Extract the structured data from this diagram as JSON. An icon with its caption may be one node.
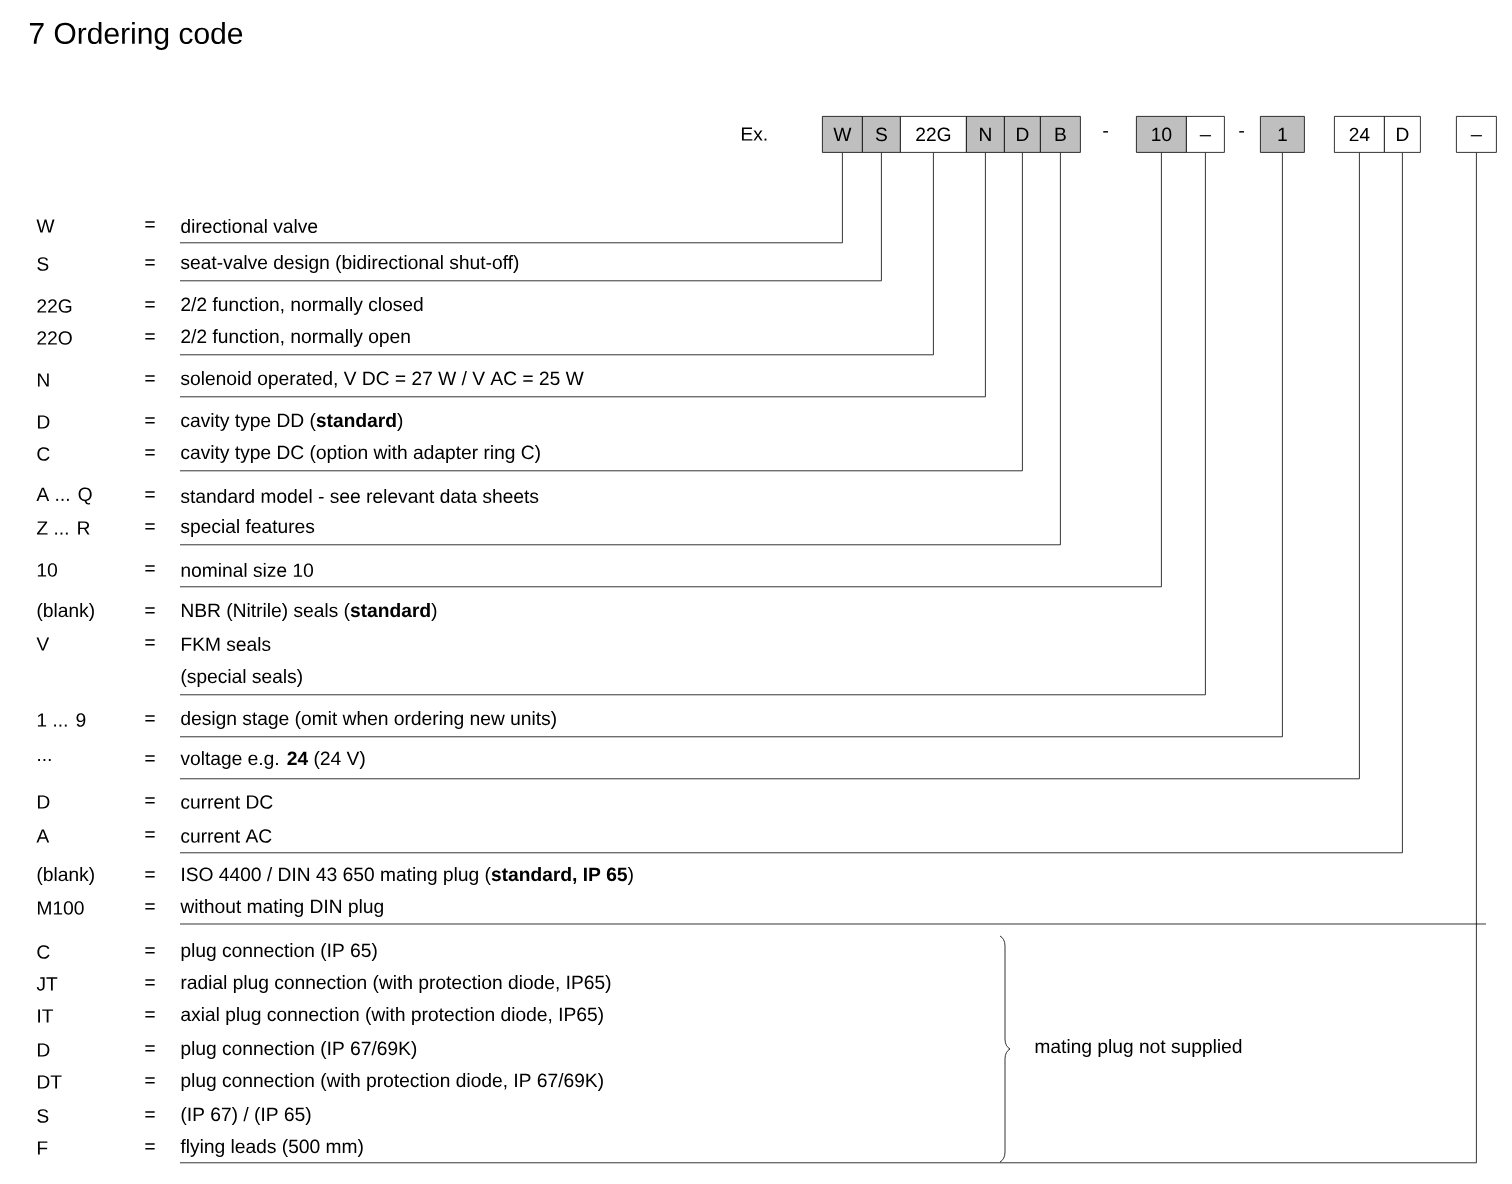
{
  "diagram": {
    "title": "7 Ordering code",
    "nodes": [
      {
        "text": [
          "W"
        ]
      },
      {
        "text": [
          "S"
        ]
      },
      {
        "text": [
          "22G"
        ]
      },
      {
        "text": [
          "N"
        ]
      },
      {
        "text": [
          "D"
        ]
      },
      {
        "text": [
          "B"
        ]
      },
      {
        "text": [
          "10"
        ]
      },
      {
        "text": [
          "_"
        ]
      },
      {
        "text": [
          "1"
        ]
      },
      {
        "text": [
          "24"
        ]
      },
      {
        "text": [
          "D"
        ]
      },
      {
        "text": [
          "_"
        ]
      },
      {
        "text": [
          "W",
          "=",
          "directional valve"
        ]
      },
      {
        "text": [
          "S",
          "=",
          "seat-valve design (bidirectional shut-off)"
        ]
      },
      {
        "text": [
          "22G",
          "=",
          "2/2 function, normally closed",
          "22O",
          "=",
          "2/2 function, normally open"
        ]
      },
      {
        "text": [
          "N",
          "=",
          "solenoid operated, V DC = 27 W / V AC = 25 W"
        ]
      },
      {
        "text": [
          "D",
          "=",
          "cavity type DD (**standard**)",
          "C",
          "=",
          "cavity type DC (option with adapter ring C)"
        ]
      },
      {
        "text": [
          "A ... Q",
          "=",
          "standard model - see relevant data sheets",
          "Z ... R",
          "=",
          "special features"
        ]
      },
      {
        "text": [
          "10",
          "=",
          "nominal size 10"
        ]
      },
      {
        "text": [
          "(blank)",
          "=",
          "NBR (Nitrile) seals (**standard**)",
          "V",
          "=",
          "FKM seals",
          "(special seals)"
        ]
      },
      {
        "text": [
          "1 ... 9",
          "=",
          "design stage (omit when ordering new units)"
        ]
      },
      {
        "text": [
          "...",
          "=",
          "voltage e.g. **24** (24 V)"
        ]
      },
      {
        "text": [
          "D",
          "=",
          "current DC",
          "A",
          "=",
          "current AC"
        ]
      },
      {
        "text": [
          "(blank)",
          "=",
          "ISO 4400 / DIN 43 650 mating plug (**standard, IP 65**)",
          "M100",
          "=",
          "without mating DIN plug",
          "C",
          "=",
          "plug connection (IP 65)",
          "JT",
          "=",
          "radial plug connection (with protection diode, IP65)",
          "IT",
          "=",
          "axial plug connection (with protection diode, IP65)",
          "D",
          "=",
          "plug connection (IP 67/69K)",
          "DT",
          "=",
          "plug connection (with protection diode, IP 67/69K)",
          "S",
          "=",
          "(IP 67) / (IP 65)",
          "F",
          "=",
          "flying leads (500 mm)"
        ]
      }
    ],
    "edges": [
      {
        "from": 0,
        "to": 12,
        "arrow": "none"
      },
      {
        "from": 1,
        "to": 13,
        "arrow": "none"
      },
      {
        "from": 2,
        "to": 14,
        "arrow": "none"
      },
      {
        "from": 3,
        "to": 15,
        "arrow": "none"
      },
      {
        "from": 4,
        "to": 16,
        "arrow": "none"
      },
      {
        "from": 5,
        "to": 17,
        "arrow": "none"
      },
      {
        "from": 6,
        "to": 18,
        "arrow": "none"
      },
      {
        "from": 7,
        "to": 19,
        "arrow": "none"
      },
      {
        "from": 8,
        "to": 20,
        "arrow": "none"
      },
      {
        "from": 9,
        "to": 21,
        "arrow": "none"
      },
      {
        "from": 10,
        "to": 22,
        "arrow": "none"
      },
      {
        "from": 11,
        "to": 23,
        "arrow": "none"
      }
    ],
    "labels": [
      "Ex.",
      "-",
      "-",
      "mating plug not supplied"
    ]
  }
}
